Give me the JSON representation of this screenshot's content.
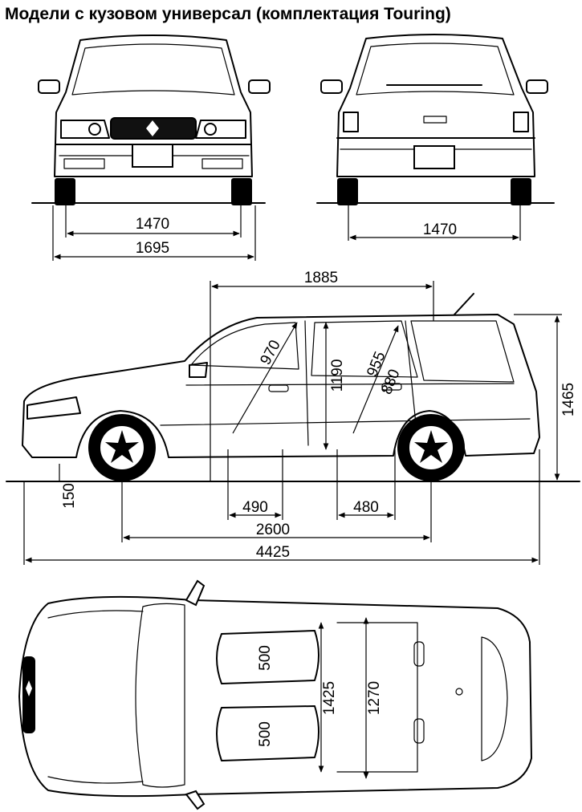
{
  "title": "Модели с кузовом универсал (комплектация Touring)",
  "front_view": {
    "track_width": "1470",
    "overall_width": "1695"
  },
  "rear_view": {
    "track_width": "1470"
  },
  "side_view": {
    "overhang_1885": "1885",
    "headroom_front": "970",
    "interior_height": "1190",
    "headroom_rear": "955",
    "seat_height": "880",
    "overall_height": "1465",
    "ground_clearance": "150",
    "front_seat_depth": "490",
    "rear_seat_depth": "480",
    "wheelbase": "2600",
    "overall_length": "4425"
  },
  "top_view": {
    "front_seat_width_left": "500",
    "front_seat_width_right": "500",
    "cabin_width_front": "1425",
    "cabin_width_rear": "1270"
  }
}
